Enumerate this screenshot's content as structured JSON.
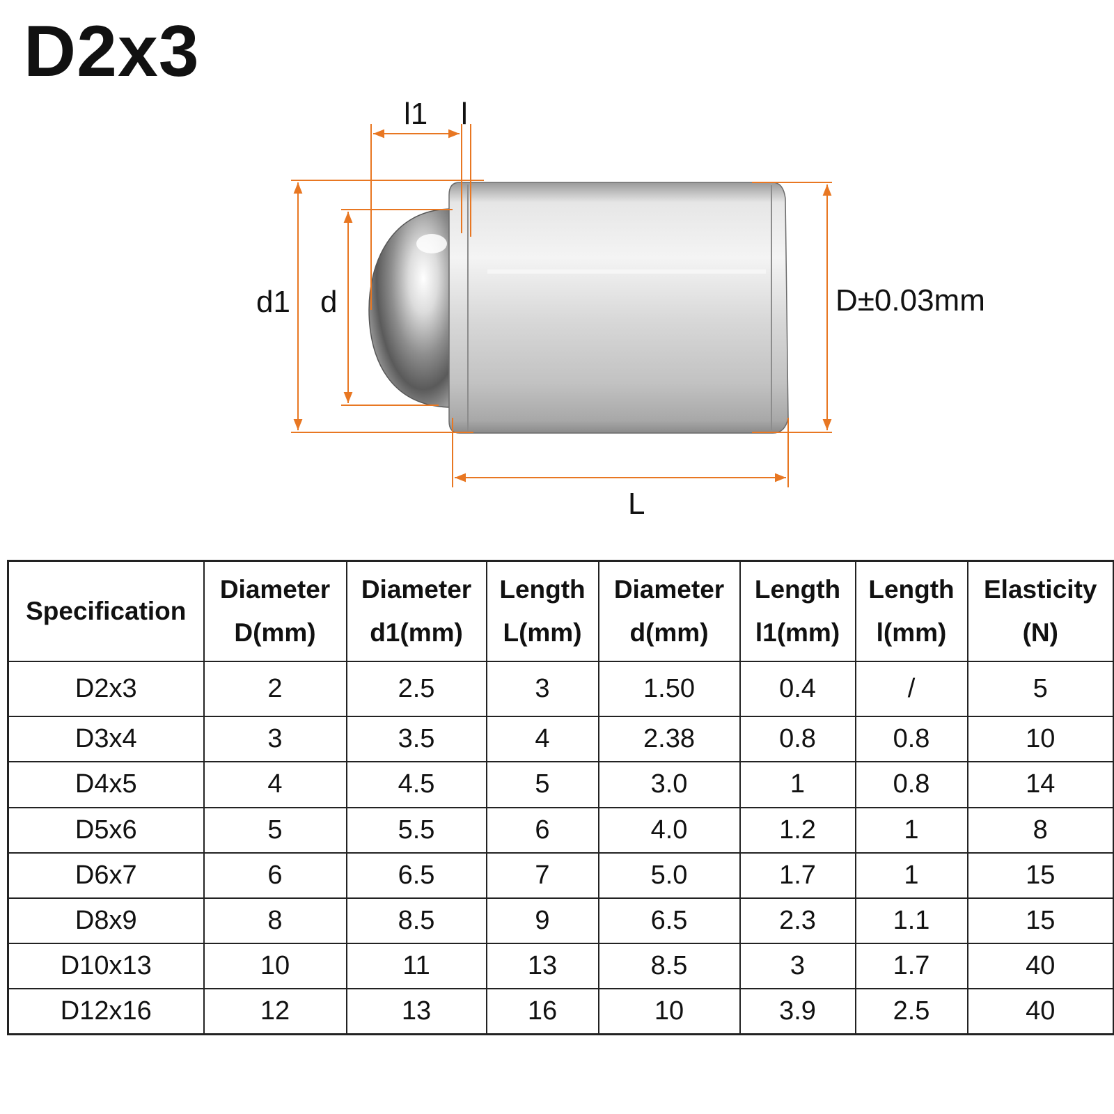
{
  "title": "D2x3",
  "diagram": {
    "labels": {
      "l1": "l1",
      "l": "l",
      "d1": "d1",
      "d": "d",
      "D": "D±0.03mm",
      "L": "L"
    },
    "colors": {
      "dimension_line": "#e87722",
      "metal": "#c8c8c8",
      "text": "#111111"
    }
  },
  "table": {
    "headers": [
      [
        "",
        "Specification"
      ],
      [
        "Diameter",
        "D(mm)"
      ],
      [
        "Diameter",
        "d1(mm)"
      ],
      [
        "Length",
        "L(mm)"
      ],
      [
        "Diameter",
        "d(mm)"
      ],
      [
        "Length",
        "l1(mm)"
      ],
      [
        "Length",
        "l(mm)"
      ],
      [
        "Elasticity",
        "(N)"
      ]
    ],
    "rows": [
      [
        "D2x3",
        "2",
        "2.5",
        "3",
        "1.50",
        "0.4",
        "/",
        "5"
      ],
      [
        "D3x4",
        "3",
        "3.5",
        "4",
        "2.38",
        "0.8",
        "0.8",
        "10"
      ],
      [
        "D4x5",
        "4",
        "4.5",
        "5",
        "3.0",
        "1",
        "0.8",
        "14"
      ],
      [
        "D5x6",
        "5",
        "5.5",
        "6",
        "4.0",
        "1.2",
        "1",
        "8"
      ],
      [
        "D6x7",
        "6",
        "6.5",
        "7",
        "5.0",
        "1.7",
        "1",
        "15"
      ],
      [
        "D8x9",
        "8",
        "8.5",
        "9",
        "6.5",
        "2.3",
        "1.1",
        "15"
      ],
      [
        "D10x13",
        "10",
        "11",
        "13",
        "8.5",
        "3",
        "1.7",
        "40"
      ],
      [
        "D12x16",
        "12",
        "13",
        "16",
        "10",
        "3.9",
        "2.5",
        "40"
      ]
    ]
  }
}
